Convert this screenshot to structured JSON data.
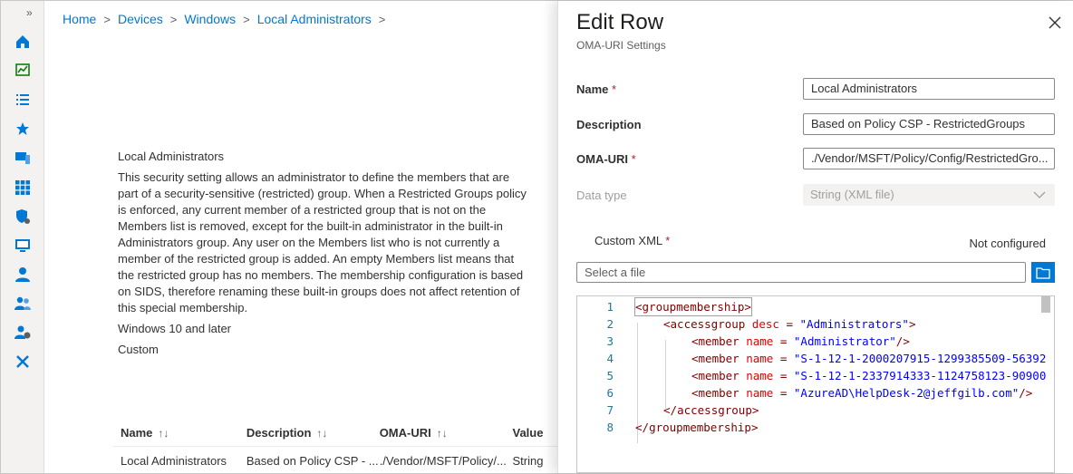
{
  "breadcrumb": [
    "Home",
    "Devices",
    "Windows",
    "Local Administrators"
  ],
  "description": {
    "heading": "Local Administrators",
    "body": "This security setting allows an administrator to define the members that are part of a security-sensitive (restricted) group. When a Restricted Groups policy is enforced, any current member of a restricted group that is not on the Members list is removed, except for the built-in administrator in the built-in Administrators group. Any user on the Members list who is not currently a member of the restricted group is added. An empty Members list means that the restricted group has no members. The membership configuration is based on SIDS, therefore renaming these built-in groups does not affect retention of this special membership.",
    "platform": "Windows 10 and later",
    "type": "Custom"
  },
  "table": {
    "columns": [
      "Name",
      "Description",
      "OMA-URI",
      "Value"
    ],
    "rows": [
      [
        "Local Administrators",
        "Based on Policy CSP - ...",
        "./Vendor/MSFT/Policy/...",
        "String"
      ]
    ]
  },
  "panel": {
    "title": "Edit Row",
    "subtitle": "OMA-URI Settings",
    "name_label": "Name",
    "name_value": "Local Administrators",
    "desc_label": "Description",
    "desc_value": "Based on Policy CSP - RestrictedGroups",
    "omauri_label": "OMA-URI",
    "omauri_value": "./Vendor/MSFT/Policy/Config/RestrictedGro...",
    "datatype_label": "Data type",
    "datatype_value": "String (XML file)",
    "customxml_label": "Custom XML",
    "status": "Not configured",
    "file_placeholder": "Select a file",
    "required_mark": "*"
  },
  "xml_lines": [
    {
      "n": "1",
      "indent": 0,
      "parts": [
        [
          "p",
          "<"
        ],
        [
          "t",
          "groupmembership"
        ],
        [
          "p",
          ">"
        ]
      ]
    },
    {
      "n": "2",
      "indent": 1,
      "parts": [
        [
          "p",
          "<"
        ],
        [
          "t",
          "accessgroup "
        ],
        [
          "a",
          "desc"
        ],
        [
          "p",
          " = "
        ],
        [
          "v",
          "\"Administrators\""
        ],
        [
          "p",
          ">"
        ]
      ]
    },
    {
      "n": "3",
      "indent": 2,
      "parts": [
        [
          "p",
          "<"
        ],
        [
          "t",
          "member "
        ],
        [
          "a",
          "name"
        ],
        [
          "p",
          " = "
        ],
        [
          "v",
          "\"Administrator\""
        ],
        [
          "p",
          "/>"
        ]
      ]
    },
    {
      "n": "4",
      "indent": 2,
      "parts": [
        [
          "p",
          "<"
        ],
        [
          "t",
          "member "
        ],
        [
          "a",
          "name"
        ],
        [
          "p",
          " = "
        ],
        [
          "v",
          "\"S-1-12-1-2000207915-1299385509-56392"
        ]
      ]
    },
    {
      "n": "5",
      "indent": 2,
      "parts": [
        [
          "p",
          "<"
        ],
        [
          "t",
          "member "
        ],
        [
          "a",
          "name"
        ],
        [
          "p",
          " = "
        ],
        [
          "v",
          "\"S-1-12-1-2337914333-1124758123-90900"
        ]
      ]
    },
    {
      "n": "6",
      "indent": 2,
      "parts": [
        [
          "p",
          "<"
        ],
        [
          "t",
          "member "
        ],
        [
          "a",
          "name"
        ],
        [
          "p",
          " = "
        ],
        [
          "v",
          "\"AzureAD\\HelpDesk-2@jeffgilb.com\""
        ],
        [
          "p",
          "/>"
        ]
      ]
    },
    {
      "n": "7",
      "indent": 1,
      "parts": [
        [
          "p",
          "</"
        ],
        [
          "t",
          "accessgroup"
        ],
        [
          "p",
          ">"
        ]
      ]
    },
    {
      "n": "8",
      "indent": 0,
      "parts": [
        [
          "p",
          "</"
        ],
        [
          "t",
          "groupmembership"
        ],
        [
          "p",
          ">"
        ]
      ]
    }
  ],
  "colors": {
    "accent": "#0078d4",
    "required": "#a4262c"
  }
}
